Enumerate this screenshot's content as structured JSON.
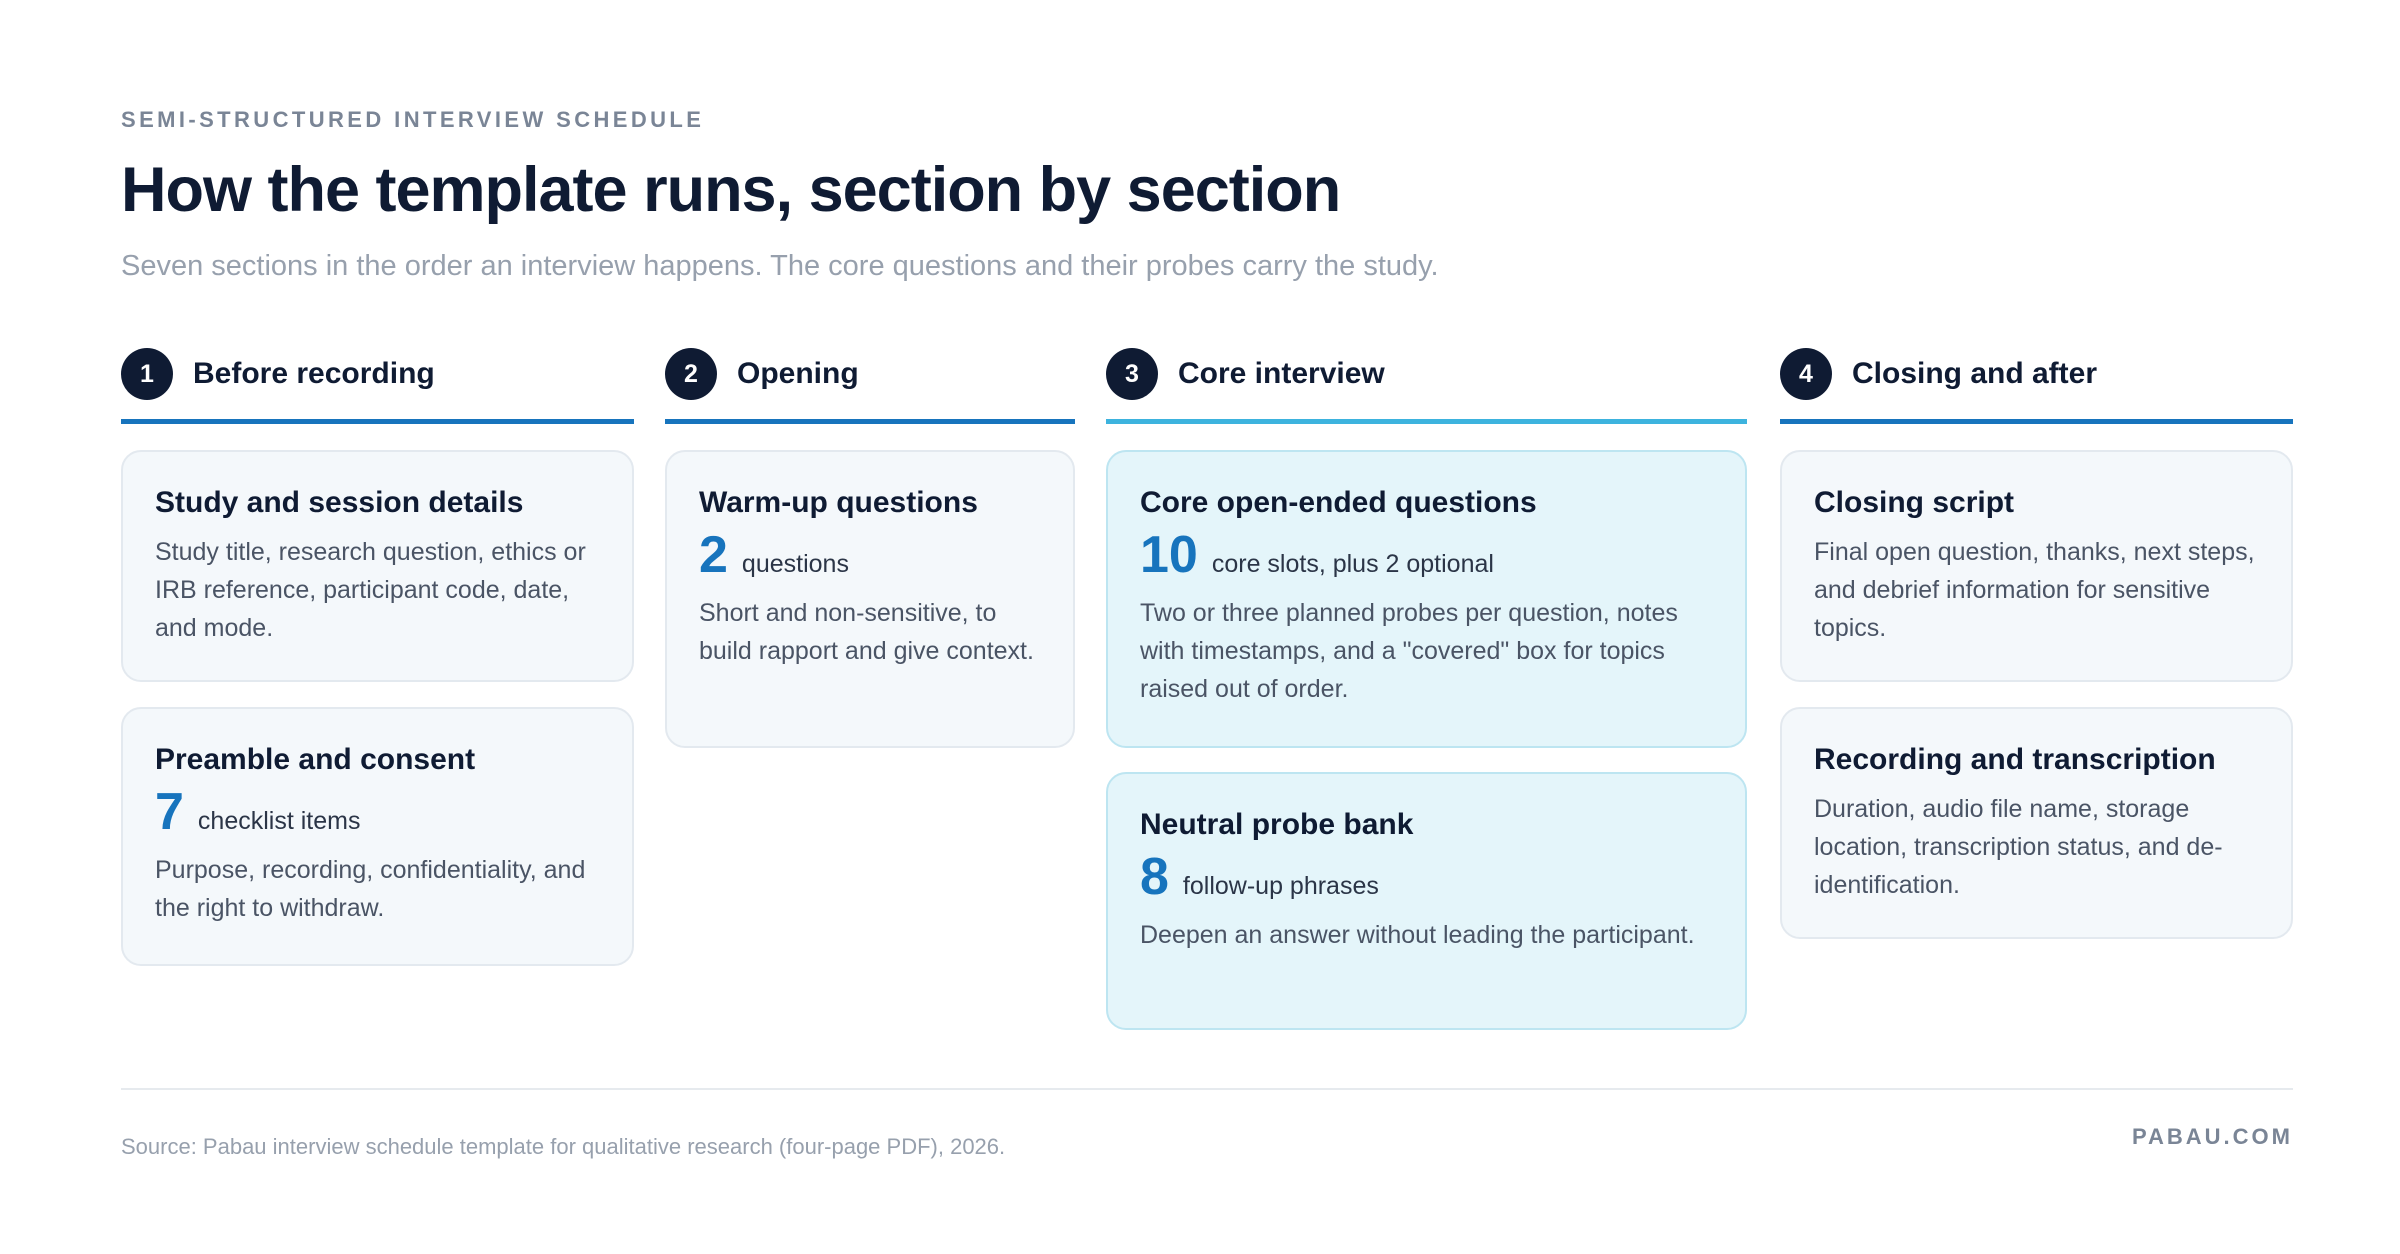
{
  "header": {
    "eyebrow": "SEMI-STRUCTURED INTERVIEW SCHEDULE",
    "title": "How the template runs, section by section",
    "subtitle": "Seven sections in the order an interview happens. The core questions and their probes carry the study."
  },
  "columns": [
    {
      "number": "1",
      "title": "Before recording",
      "cards": [
        {
          "title": "Study and session details",
          "desc": "Study title, research question, ethics or IRB reference, participant code, date, and mode."
        },
        {
          "title": "Preamble and consent",
          "stat": "7",
          "stat_label": "checklist items",
          "desc": "Purpose, recording, confidentiality, and the right to withdraw."
        }
      ]
    },
    {
      "number": "2",
      "title": "Opening",
      "cards": [
        {
          "title": "Warm-up questions",
          "stat": "2",
          "stat_label": "questions",
          "desc": "Short and non-sensitive, to build rapport and give context."
        }
      ]
    },
    {
      "number": "3",
      "title": "Core interview",
      "cards": [
        {
          "title": "Core open-ended questions",
          "stat": "10",
          "stat_label": "core slots, plus 2 optional",
          "desc": "Two or three planned probes per question, notes with timestamps, and a \"covered\" box for topics raised out of order."
        },
        {
          "title": "Neutral probe bank",
          "stat": "8",
          "stat_label": "follow-up phrases",
          "desc": "Deepen an answer without leading the participant."
        }
      ]
    },
    {
      "number": "4",
      "title": "Closing and after",
      "cards": [
        {
          "title": "Closing script",
          "desc": "Final open question, thanks, next steps, and debrief information for sensitive topics."
        },
        {
          "title": "Recording and transcription",
          "desc": "Duration, audio file name, storage location, transcription status, and de-identification."
        }
      ]
    }
  ],
  "footer": {
    "source": "Source: Pabau interview schedule template for qualitative research (four-page PDF), 2026.",
    "brand": "PABAU.COM"
  },
  "colors": {
    "navy": "#0f1b33",
    "blue": "#1774bd",
    "accent_cyan": "#3db3de",
    "card_bg": "#f4f8fb",
    "highlight_bg": "#e4f5fa"
  }
}
